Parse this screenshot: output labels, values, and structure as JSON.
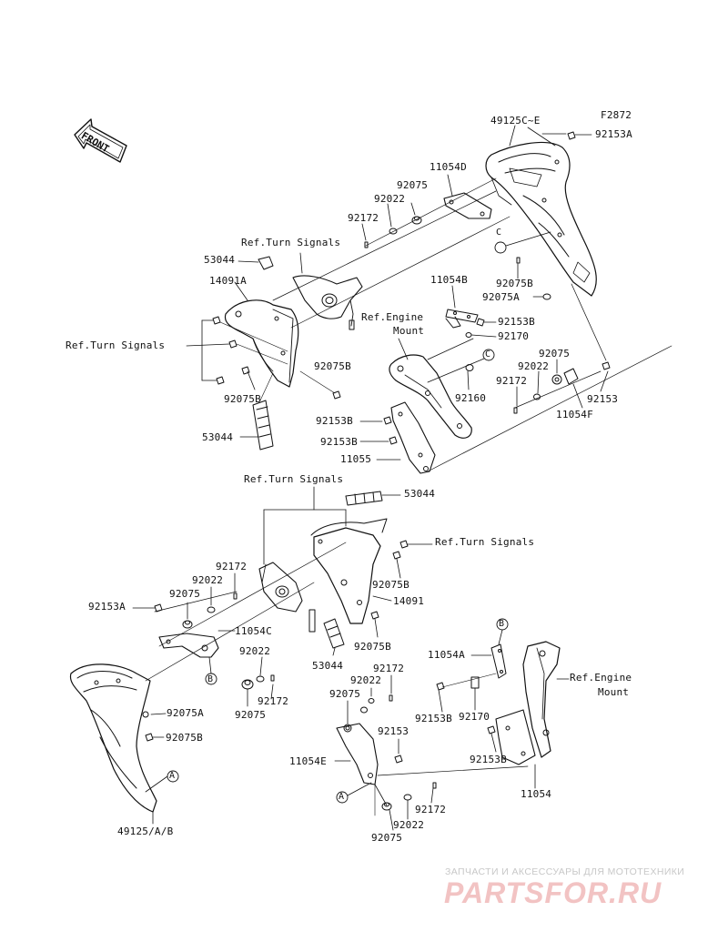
{
  "figure_id": "F2872",
  "front_label": "FRONT",
  "watermark": {
    "line1": "ЗАПЧАСТИ И АКСЕССУАРЫ ДЛЯ МОТОТЕХНИКИ",
    "line2": "PARTSFOR.RU"
  },
  "callouts": {
    "A": "A",
    "B": "B",
    "C": "C"
  },
  "labels": {
    "p49125c_e": "49125C~E",
    "p92153a_top": "92153A",
    "p11054d": "11054D",
    "p92075_top": "92075",
    "p92022_top": "92022",
    "p92172_top": "92172",
    "ref_turn_signals_1": "Ref.Turn Signals",
    "p53044_top": "53044",
    "p14091a": "14091A",
    "ref_turn_signals_2": "Ref.Turn Signals",
    "p92075b_1": "92075B",
    "p92075b_2": "92075B",
    "p53044_mid": "53044",
    "p92075b_r": "92075B",
    "p92075a_r": "92075A",
    "p11054b": "11054B",
    "ref_engine_mount_1a": "Ref.Engine",
    "ref_engine_mount_1b": "Mount",
    "p92153b_1": "92153B",
    "p92170_1": "92170",
    "p92160": "92160",
    "p92075_r2": "92075",
    "p92022_r2": "92022",
    "p92172_r2": "92172",
    "p92153": "92153",
    "p11054f": "11054F",
    "p92153b_2": "92153B",
    "p92153b_3": "92153B",
    "p11055": "11055",
    "ref_turn_signals_3": "Ref.Turn Signals",
    "p53044_low": "53044",
    "ref_turn_signals_4": "Ref.Turn Signals",
    "p92172_l": "92172",
    "p92022_l": "92022",
    "p92075_l": "92075",
    "p92153a_l": "92153A",
    "p92075b_l2": "92075B",
    "p14091": "14091",
    "p11054c": "11054C",
    "p92022_l2": "92022",
    "p92172_l2": "92172",
    "p92075_l2": "92075",
    "p53044_l": "53044",
    "p92075b_l3": "92075B",
    "p92075a_l": "92075A",
    "p92075b_l4": "92075B",
    "p49125_ab": "49125/A/B",
    "p11054a": "11054A",
    "ref_engine_mount_2a": "Ref.Engine",
    "ref_engine_mount_2b": "Mount",
    "p92022_b": "92022",
    "p92172_b": "92172",
    "p92075_b": "92075",
    "p92153b_b": "92153B",
    "p92170_b": "92170",
    "p92153_b": "92153",
    "p11054e": "11054E",
    "p92153b_b2": "92153B",
    "p11054": "11054",
    "p92172_b2": "92172",
    "p92022_b2": "92022",
    "p92075_b2": "92075"
  }
}
